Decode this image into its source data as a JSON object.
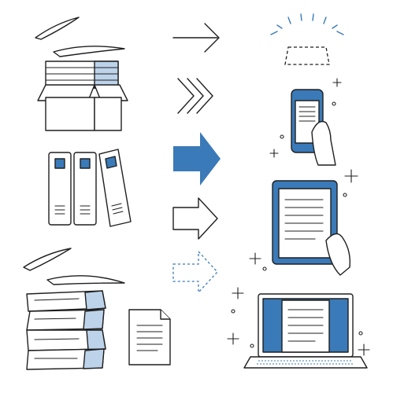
{
  "colors": {
    "accent": "#3a7ab8",
    "accent_light": "#bcd3ea",
    "outline": "#1f1f1f",
    "background": "#ffffff"
  },
  "rows": [
    {
      "source": "paper-documents-in-cardboard-box",
      "arrow": "thin-arrow-icon",
      "target": "blank-print-area"
    },
    {
      "source": "three-binders",
      "arrow": "triple-chevron-icon",
      "target": "smartphone-in-hand"
    },
    {
      "source": "three-binders",
      "arrow": "solid-blue-arrow-icon",
      "target": "tablet-in-hand"
    },
    {
      "source": "stack-of-papers-and-document",
      "arrow": "outlined-arrow-icon",
      "target": "tablet-in-hand"
    },
    {
      "source": "stack-of-papers-and-document",
      "arrow": "dashed-arrow-icon",
      "target": "laptop"
    }
  ]
}
